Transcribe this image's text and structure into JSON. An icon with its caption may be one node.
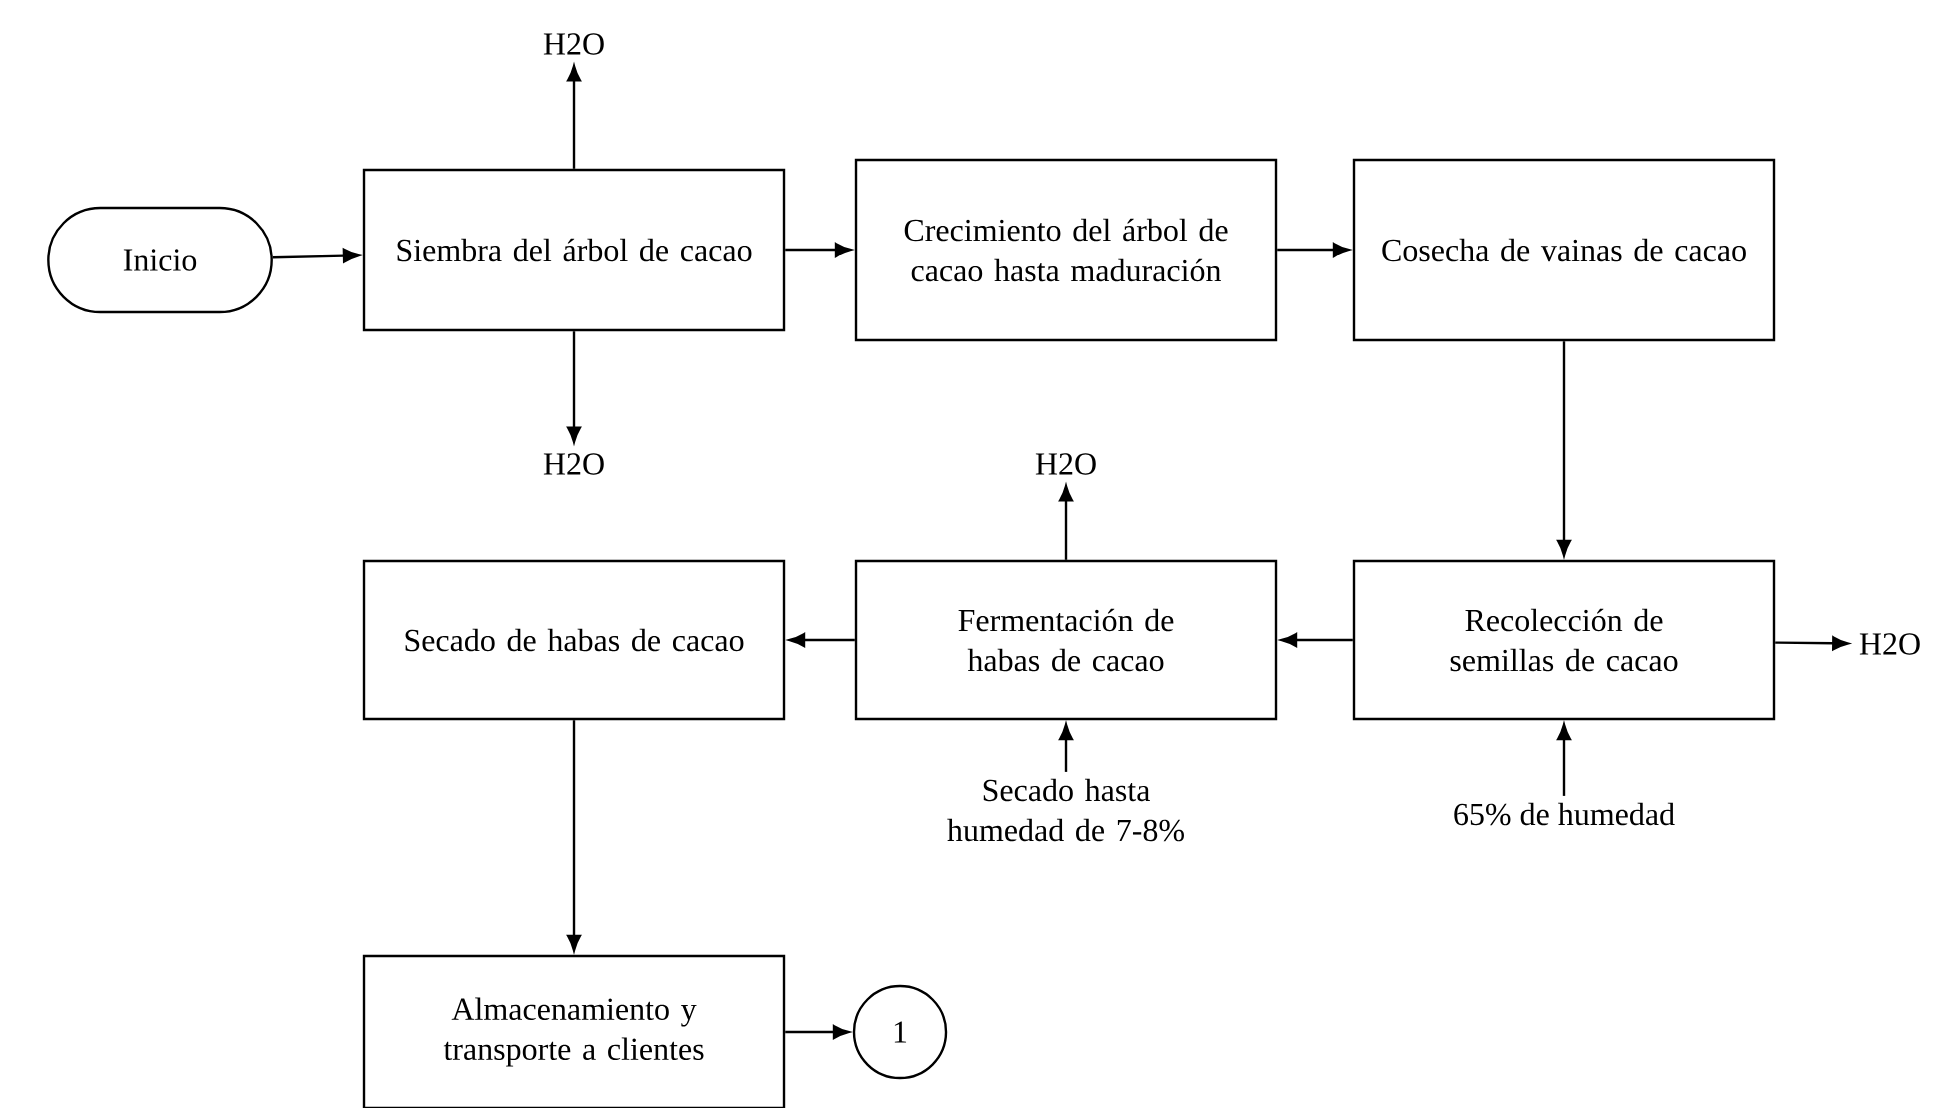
{
  "diagram": {
    "nodes": [
      {
        "text": [
          "Inicio"
        ]
      },
      {
        "text": [
          "Siembra del árbol de cacao"
        ]
      },
      {
        "text": [
          "Crecimiento del árbol de cacao hasta maduración"
        ]
      },
      {
        "text": [
          "Cosecha de vainas de cacao"
        ]
      },
      {
        "text": [
          "Recolección de semillas de cacao"
        ]
      },
      {
        "text": [
          "Fermentación de habas de cacao"
        ]
      },
      {
        "text": [
          "Secado de habas de cacao"
        ]
      },
      {
        "text": [
          "Almacenamiento y transporte a clientes"
        ]
      },
      {
        "text": [
          "1"
        ]
      },
      {
        "text": [
          "H2O"
        ]
      },
      {
        "text": [
          "H2O"
        ]
      },
      {
        "text": [
          "H2O"
        ]
      },
      {
        "text": [
          "H2O"
        ]
      },
      {
        "text": [
          "Secado hasta humedad de 7-8%"
        ]
      },
      {
        "text": [
          "65% de humedad"
        ]
      }
    ],
    "edges": [
      {
        "from": 0,
        "to": 1,
        "arrow": "to"
      },
      {
        "from": 1,
        "to": 2,
        "arrow": "to"
      },
      {
        "from": 2,
        "to": 3,
        "arrow": "to"
      },
      {
        "from": 3,
        "to": 4,
        "arrow": "to"
      },
      {
        "from": 4,
        "to": 5,
        "arrow": "to"
      },
      {
        "from": 5,
        "to": 6,
        "arrow": "to"
      },
      {
        "from": 6,
        "to": 7,
        "arrow": "to"
      },
      {
        "from": 7,
        "to": 8,
        "arrow": "to"
      },
      {
        "from": 1,
        "to": 9,
        "arrow": "to"
      },
      {
        "from": 1,
        "to": 10,
        "arrow": "to"
      },
      {
        "from": 5,
        "to": 11,
        "arrow": "to"
      },
      {
        "from": 4,
        "to": 12,
        "arrow": "to"
      },
      {
        "from": 13,
        "to": 5,
        "arrow": "to"
      },
      {
        "from": 14,
        "to": 4,
        "arrow": "to"
      }
    ]
  }
}
